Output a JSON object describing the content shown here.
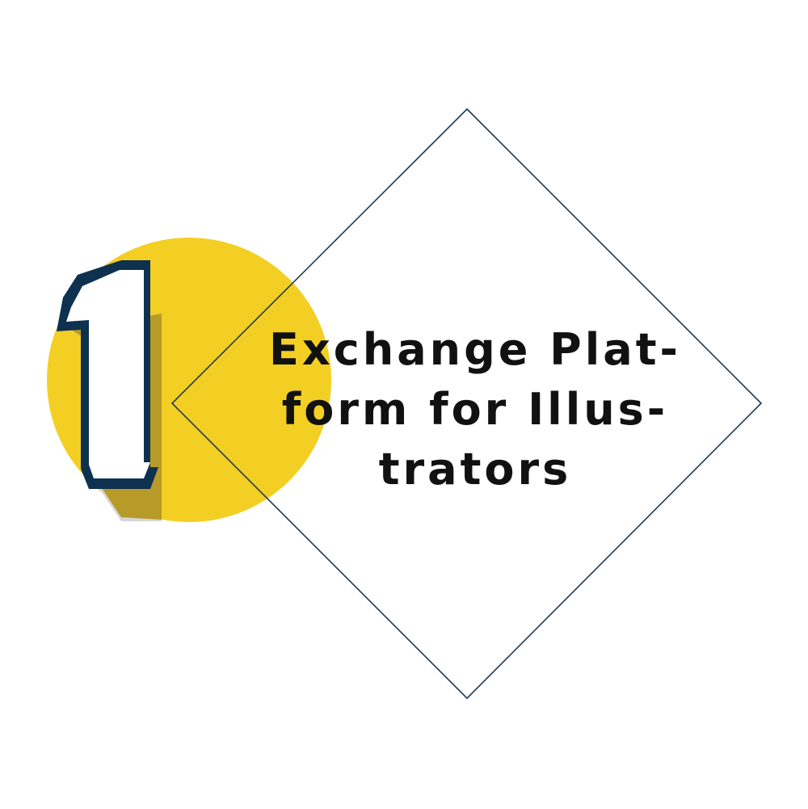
{
  "badge": {
    "number": "1",
    "colors": {
      "circle": "#f3cf23",
      "circle_shade": "#b89a28",
      "number_fill": "#ffffff",
      "number_outline": "#0e3150",
      "number_shadow": "#d6d6d6",
      "diamond_stroke": "#1f3a55"
    }
  },
  "title": {
    "lines": [
      "Exchange Plat-",
      "form for Illus-",
      "trators"
    ]
  }
}
